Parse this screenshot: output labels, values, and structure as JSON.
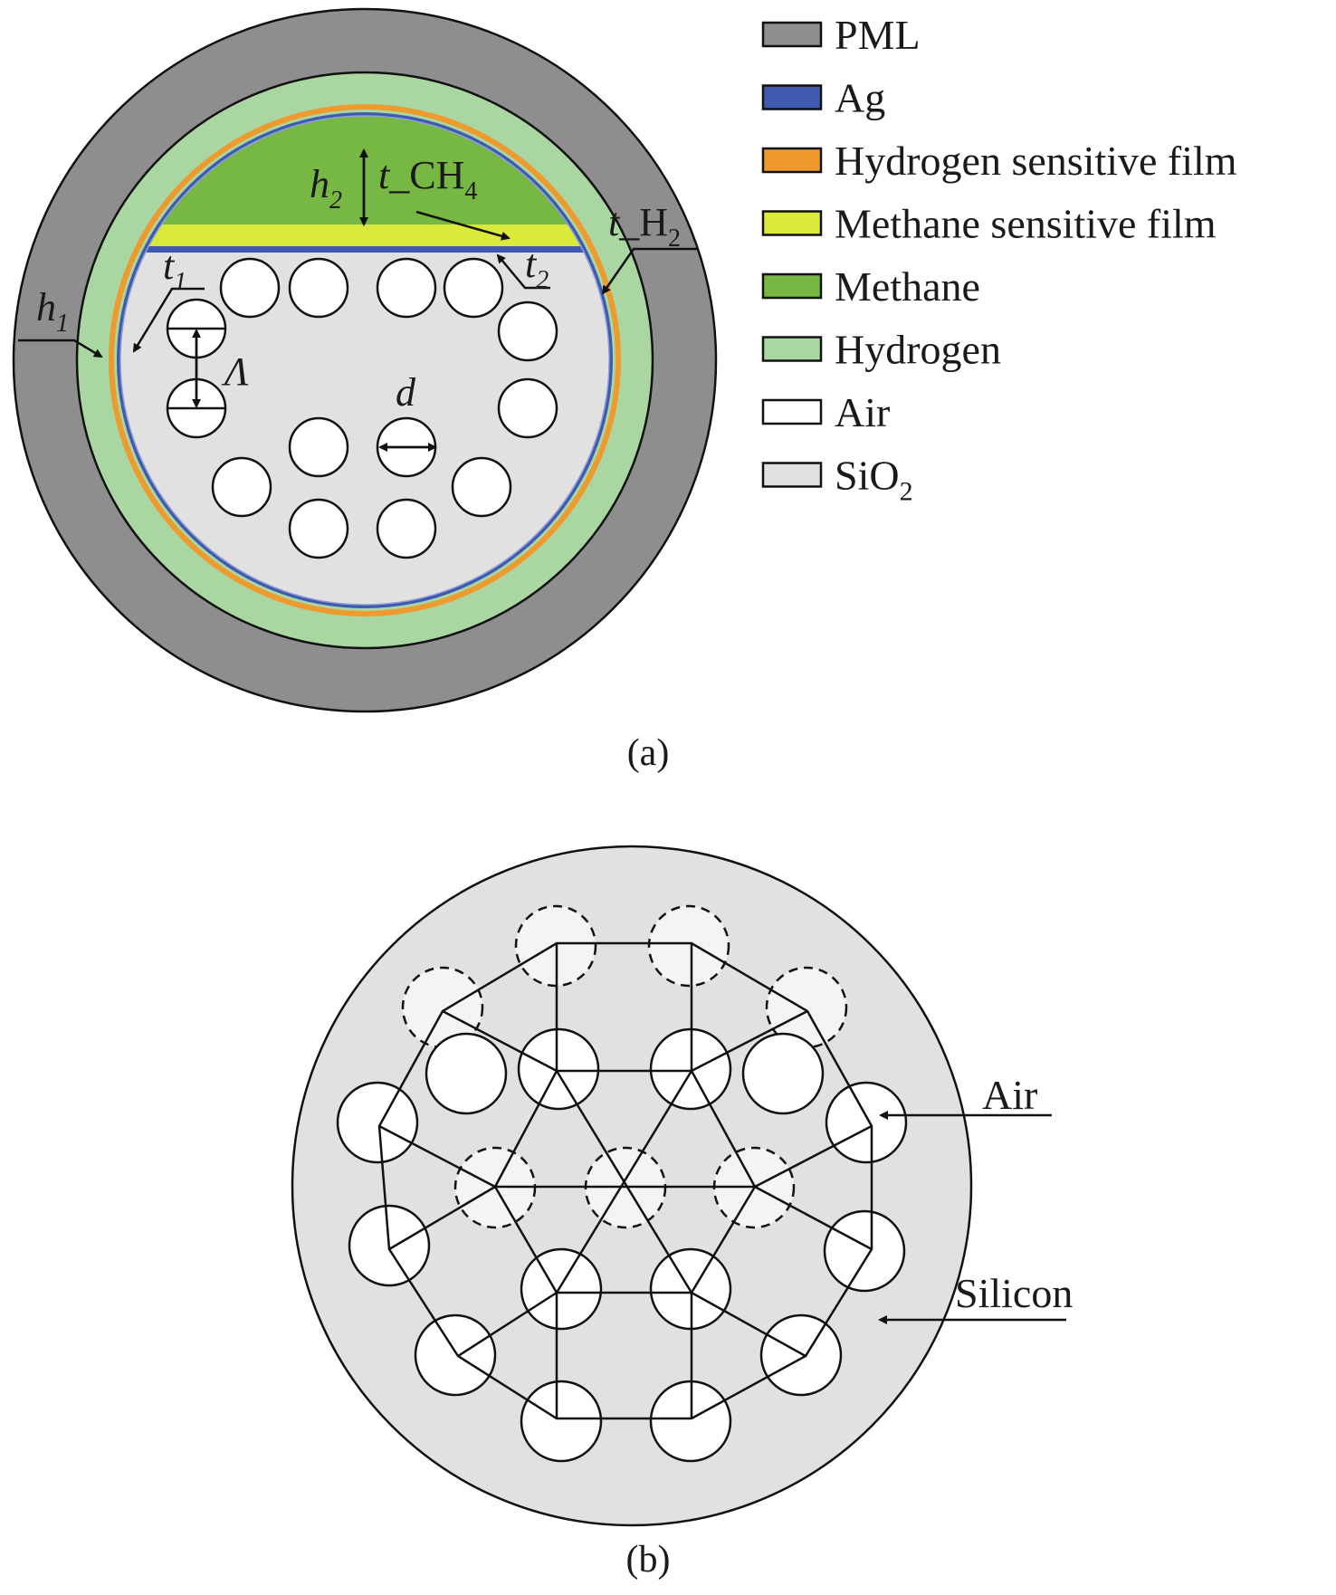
{
  "colors": {
    "pml": "#8e8e8e",
    "ag": "#3f5ab0",
    "hydrogen_film": "#ef9a2e",
    "methane_film": "#dbe93a",
    "methane": "#76b843",
    "hydrogen": "#a9d6a1",
    "air": "#ffffff",
    "sio2": "#e1e1e1",
    "silicon": "#e1e1e1"
  },
  "legend": [
    {
      "key": "pml",
      "label": "PML"
    },
    {
      "key": "ag",
      "label": "Ag"
    },
    {
      "key": "hydrogen_film",
      "label": "Hydrogen sensitive film"
    },
    {
      "key": "methane_film",
      "label": "Methane sensitive film"
    },
    {
      "key": "methane",
      "label": "Methane"
    },
    {
      "key": "hydrogen",
      "label": "Hydrogen"
    },
    {
      "key": "air",
      "label": "Air"
    },
    {
      "key": "sio2",
      "label": "SiO",
      "sub": "2"
    }
  ],
  "panel_a": {
    "caption": "(a)",
    "labels": {
      "h2": {
        "main": "h",
        "sub": "2"
      },
      "t_ch4": {
        "main": "t",
        "rest": "_CH",
        "sub": "4"
      },
      "t_h2": {
        "main": "t",
        "rest": "_H",
        "sub": "2"
      },
      "t1": {
        "main": "t",
        "sub": "1"
      },
      "t2": {
        "main": "t",
        "sub": "2"
      },
      "h1": {
        "main": "h",
        "sub": "1"
      },
      "lambda": "Λ",
      "d": "d"
    }
  },
  "panel_b": {
    "caption": "(b)",
    "air_label": "Air",
    "silicon_label": "Silicon"
  }
}
